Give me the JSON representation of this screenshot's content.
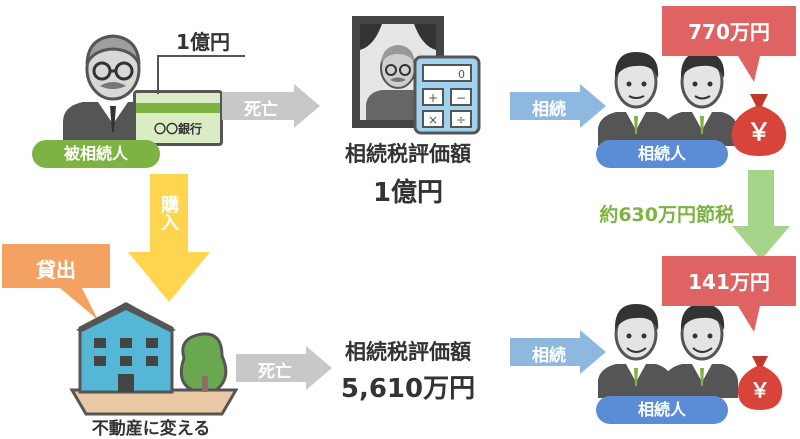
{
  "top": {
    "deceased_label": "被相続人",
    "amount_callout": "1億円",
    "bank_label": "〇〇銀行",
    "death_label": "死亡",
    "valuation_title": "相続税評価額",
    "valuation_amount": "1億円",
    "inherit_label": "相続",
    "heirs_label": "相続人",
    "tax_amount": "770万円",
    "tax_symbol": "￥"
  },
  "middle": {
    "purchase_label": "購入",
    "savings_label": "約630万円節税"
  },
  "bottom": {
    "rent_label": "貸出",
    "convert_label": "不動産に変える",
    "death_label": "死亡",
    "valuation_title": "相続税評価額",
    "valuation_amount": "5,610万円",
    "inherit_label": "相続",
    "heirs_label": "相続人",
    "tax_amount": "141万円",
    "tax_symbol": "￥"
  },
  "colors": {
    "green": "#7cb342",
    "blue_pill": "#5b8dd6",
    "blue_arrow": "#8fb8e0",
    "gray_arrow": "#c8c8c8",
    "yellow_arrow": "#ffd54f",
    "orange": "#f4a261",
    "red": "#e06363",
    "light_green": "#a5d48a"
  }
}
